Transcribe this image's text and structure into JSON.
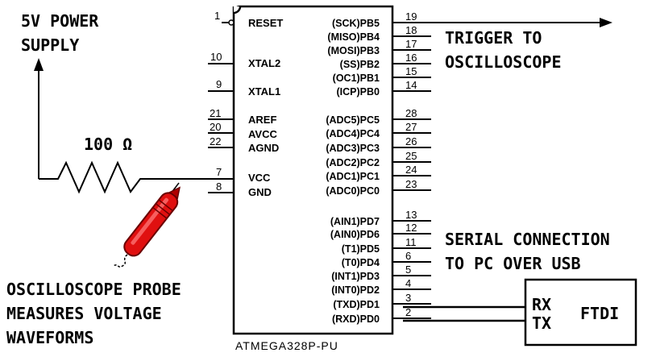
{
  "annotations": {
    "power_line1": "5V POWER",
    "power_line2": "SUPPLY",
    "resistor": "100 Ω",
    "trigger_line1": "TRIGGER TO",
    "trigger_line2": "OSCILLOSCOPE",
    "serial_line1": "SERIAL CONNECTION",
    "serial_line2": "TO PC OVER USB",
    "probe_line1": "OSCILLOSCOPE PROBE",
    "probe_line2": "MEASURES VOLTAGE",
    "probe_line3": "WAVEFORMS"
  },
  "chip": {
    "name": "ATMEGA328P-PU",
    "left_pins": [
      {
        "num": "1",
        "label": "RESET"
      },
      {
        "num": "10",
        "label": "XTAL2"
      },
      {
        "num": "9",
        "label": "XTAL1"
      },
      {
        "num": "21",
        "label": "AREF"
      },
      {
        "num": "20",
        "label": "AVCC"
      },
      {
        "num": "22",
        "label": "AGND"
      },
      {
        "num": "7",
        "label": "VCC"
      },
      {
        "num": "8",
        "label": "GND"
      }
    ],
    "right_pins": [
      {
        "num": "19",
        "label": "(SCK)PB5"
      },
      {
        "num": "18",
        "label": "(MISO)PB4"
      },
      {
        "num": "17",
        "label": "(MOSI)PB3"
      },
      {
        "num": "16",
        "label": "(SS)PB2"
      },
      {
        "num": "15",
        "label": "(OC1)PB1"
      },
      {
        "num": "14",
        "label": "(ICP)PB0"
      },
      {
        "num": "28",
        "label": "(ADC5)PC5"
      },
      {
        "num": "27",
        "label": "(ADC4)PC4"
      },
      {
        "num": "26",
        "label": "(ADC3)PC3"
      },
      {
        "num": "25",
        "label": "(ADC2)PC2"
      },
      {
        "num": "24",
        "label": "(ADC1)PC1"
      },
      {
        "num": "23",
        "label": "(ADC0)PC0"
      },
      {
        "num": "13",
        "label": "(AIN1)PD7"
      },
      {
        "num": "12",
        "label": "(AIN0)PD6"
      },
      {
        "num": "11",
        "label": "(T1)PD5"
      },
      {
        "num": "6",
        "label": "(T0)PD4"
      },
      {
        "num": "5",
        "label": "(INT1)PD3"
      },
      {
        "num": "4",
        "label": "(INT0)PD2"
      },
      {
        "num": "3",
        "label": "(TXD)PD1"
      },
      {
        "num": "2",
        "label": "(RXD)PD0"
      }
    ]
  },
  "ftdi": {
    "name": "FTDI",
    "rx": "RX",
    "tx": "TX"
  },
  "colors": {
    "probe": "#e01010",
    "probe_dark": "#6a0000"
  }
}
